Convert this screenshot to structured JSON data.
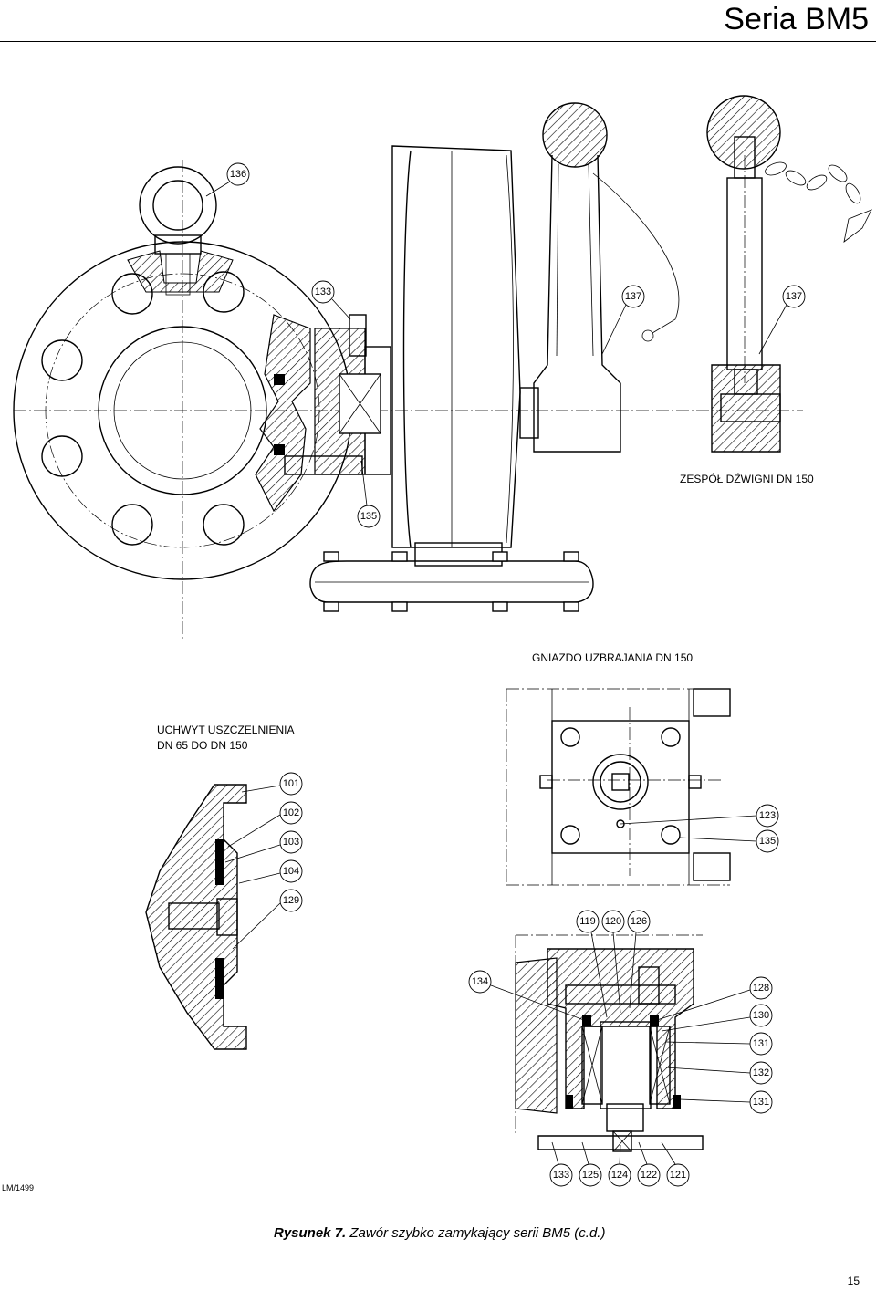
{
  "header": {
    "title": "Seria BM5"
  },
  "labels": {
    "lever_assembly": "ZESPÓŁ DŹWIGNI DN 150",
    "arming_socket": "GNIAZDO UZBRAJANIA DN 150",
    "seal_holder_line1": "UCHWYT USZCZELNIENIA",
    "seal_holder_line2": "DN 65 DO DN 150"
  },
  "balloons": {
    "b136": "136",
    "b133a": "133",
    "b137a": "137",
    "b137b": "137",
    "b135a": "135",
    "b101": "101",
    "b102": "102",
    "b103": "103",
    "b104": "104",
    "b129": "129",
    "b123": "123",
    "b135b": "135",
    "b119": "119",
    "b120": "120",
    "b126": "126",
    "b134": "134",
    "b128": "128",
    "b130": "130",
    "b131a": "131",
    "b132": "132",
    "b131b": "131",
    "b133b": "133",
    "b125": "125",
    "b124": "124",
    "b122": "122",
    "b121": "121"
  },
  "ref_code": "LM/1499",
  "caption": {
    "lead": "Rysunek 7.",
    "rest": "Zawór szybko zamykający serii BM5 (c.d.)"
  },
  "page_number": "15"
}
